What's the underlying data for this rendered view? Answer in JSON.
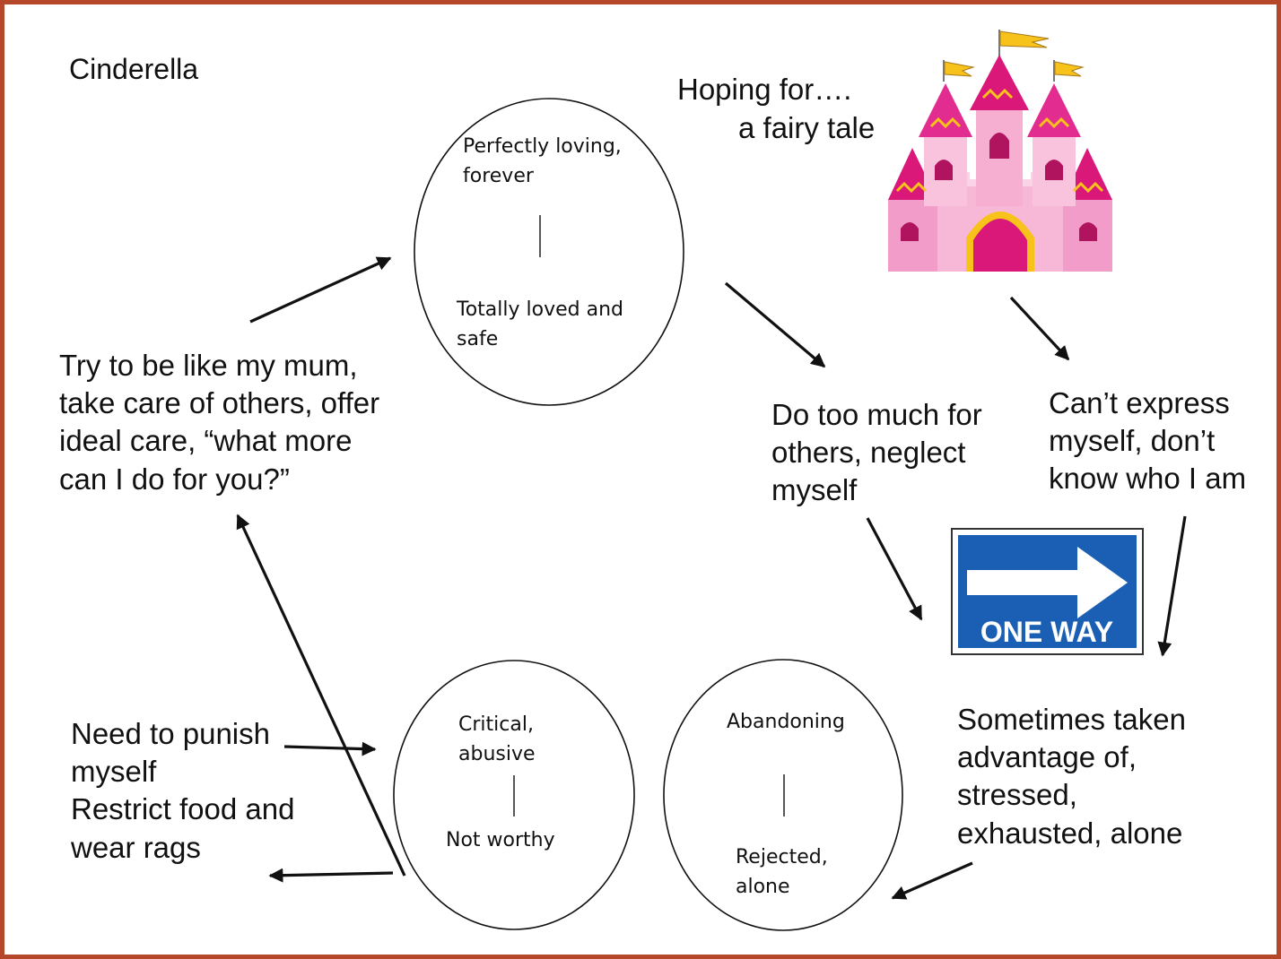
{
  "title": "Cinderella",
  "hoping": {
    "line1": "Hoping for….",
    "line2": "a fairy tale"
  },
  "circle_ideal": {
    "top": [
      "Perfectly loving,",
      "forever"
    ],
    "bottom": [
      "Totally loved and",
      "safe"
    ]
  },
  "circle_critical": {
    "top": [
      "Critical,",
      "abusive"
    ],
    "bottom": "Not worthy"
  },
  "circle_abandon": {
    "top": "Abandoning",
    "bottom": [
      "Rejected,",
      "alone"
    ]
  },
  "try_mum": [
    "Try to be like my mum,",
    "take care of others, offer",
    "ideal care, “what more",
    "can I do for you?”"
  ],
  "do_too_much": [
    "Do too much for",
    "others, neglect",
    "myself"
  ],
  "cant_express": [
    "Can’t express",
    "myself, don’t",
    "know who I am"
  ],
  "taken_advantage": [
    "Sometimes taken",
    "advantage of,",
    "stressed,",
    "exhausted, alone"
  ],
  "punish": [
    "Need to punish",
    "myself",
    "Restrict food and",
    "wear rags"
  ],
  "one_way_sign": {
    "text": "ONE WAY",
    "color": "#1a5fb4"
  },
  "colors": {
    "border": "#b5472a",
    "castle_pink": "#f29cc9",
    "castle_magenta": "#d9187a",
    "flag": "#f7c21a"
  }
}
